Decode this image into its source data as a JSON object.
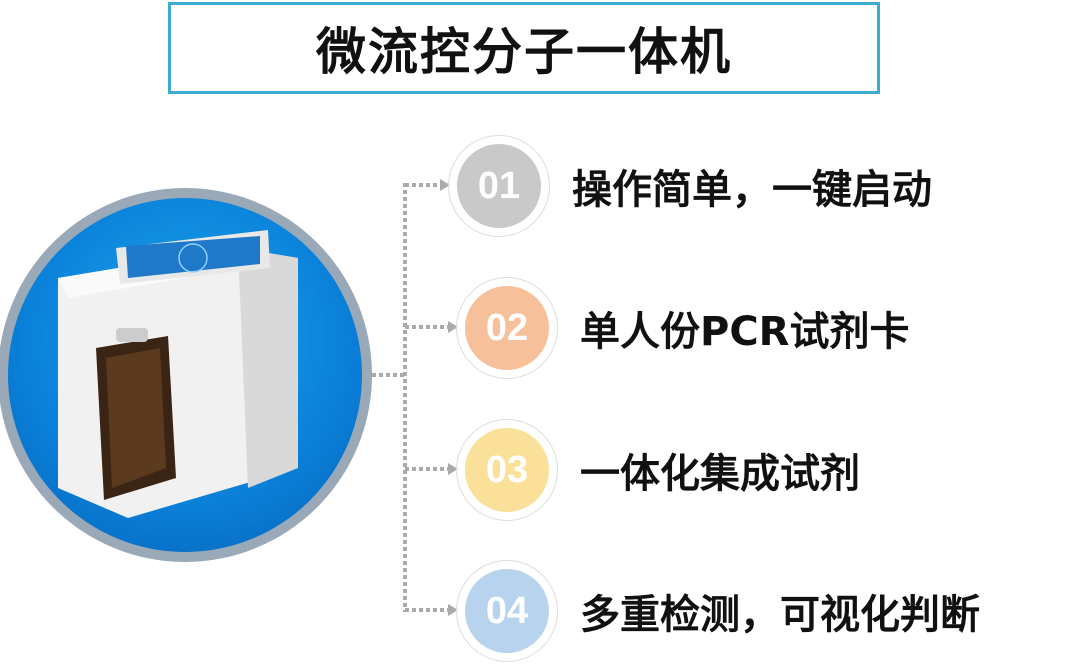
{
  "title": "微流控分子一体机",
  "items": [
    {
      "num": "01",
      "label": "操作简单，一键启动",
      "color": "#c9c9c9"
    },
    {
      "num": "02",
      "label": "单人份PCR试剂卡",
      "color": "#f5c09a"
    },
    {
      "num": "03",
      "label": "一体化集成试剂",
      "color": "#fbe09a"
    },
    {
      "num": "04",
      "label": "多重检测，可视化判断",
      "color": "#b8d3ee"
    }
  ]
}
